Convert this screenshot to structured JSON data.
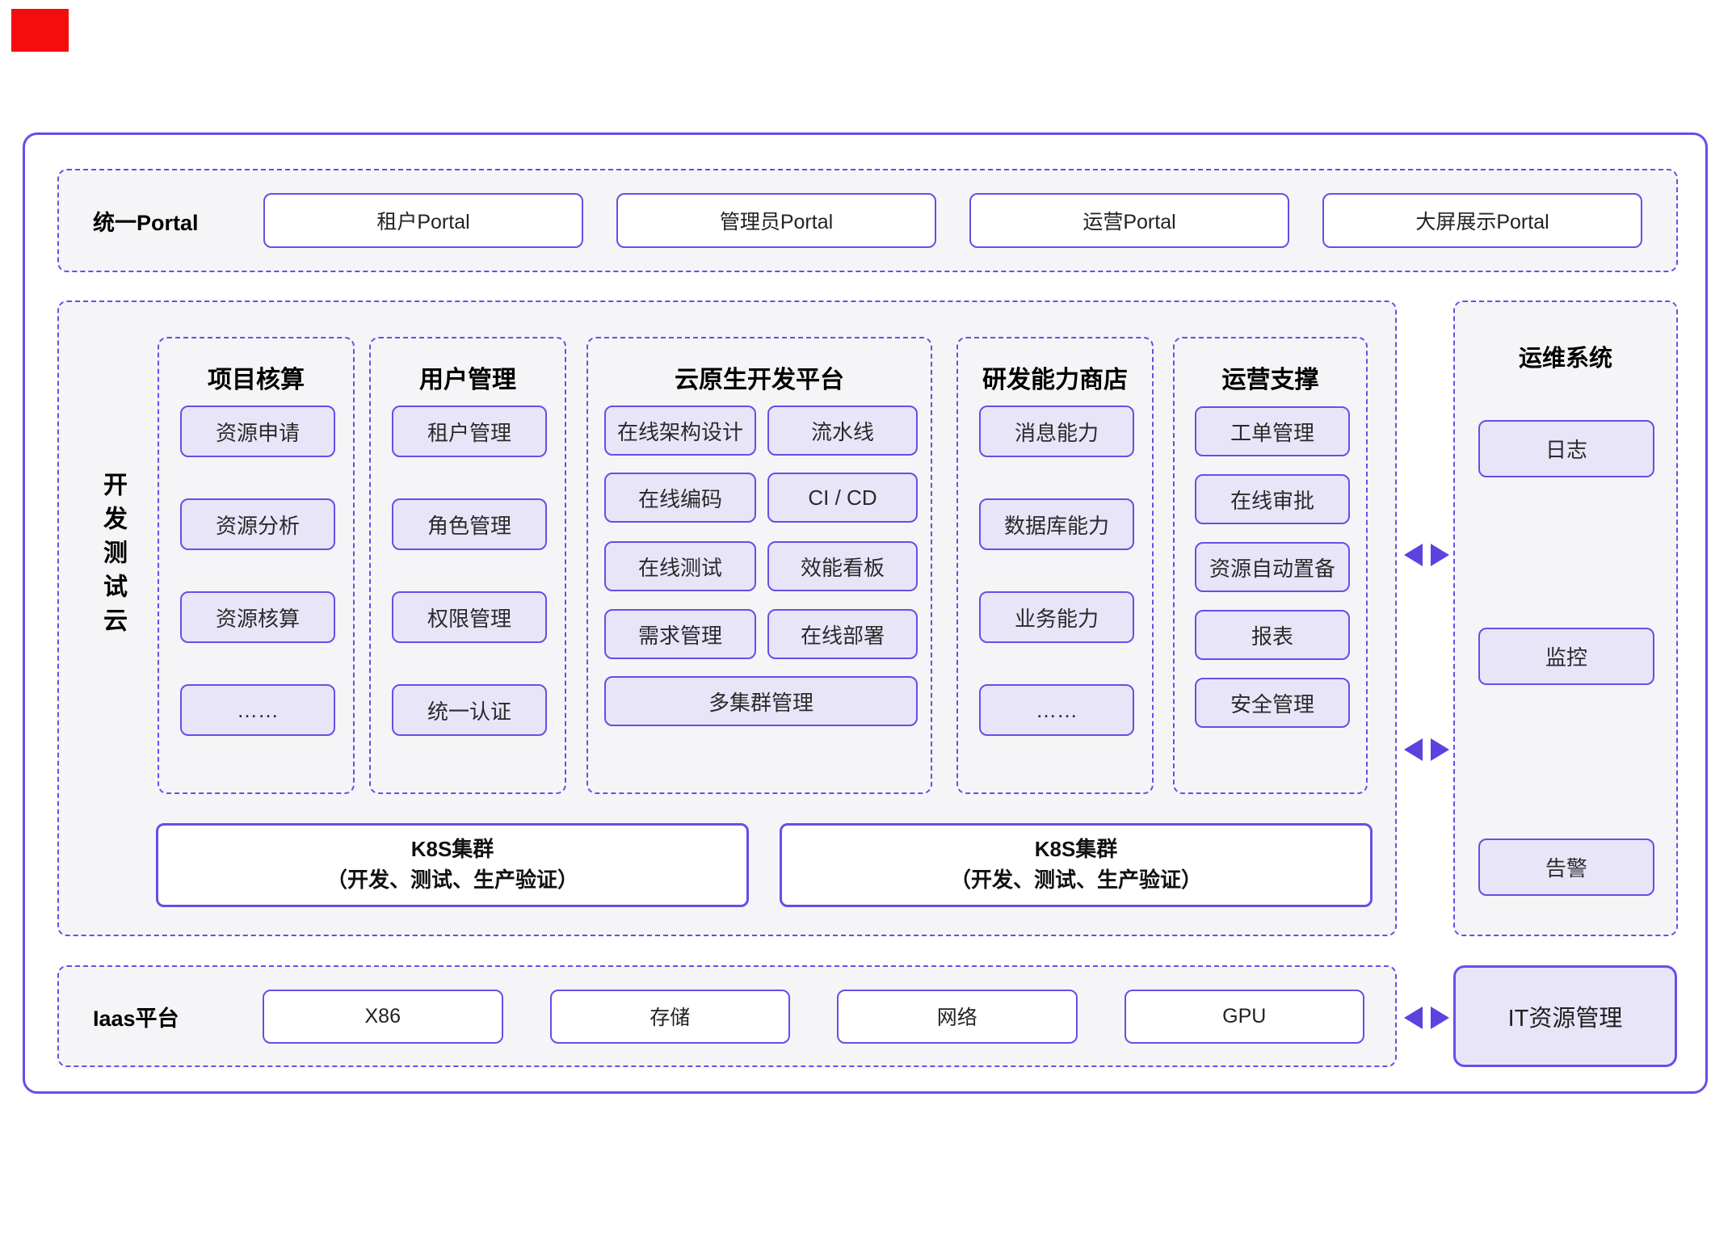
{
  "theme": {
    "purple": "#6c4be8",
    "arrow_purple": "#5b43df",
    "panel_bg": "#f5f5f8",
    "chip_bg": "#e9e5f9",
    "box_bg": "#ffffff",
    "text_dark": "#1a1a1a",
    "red_marker": "#f40d0c"
  },
  "portal": {
    "title": "统一Portal",
    "items": [
      "租户Portal",
      "管理员Portal",
      "运营Portal",
      "大屏展示Portal"
    ]
  },
  "dev_cloud": {
    "label": "开发测试云",
    "columns": [
      {
        "title": "项目核算",
        "items": [
          "资源申请",
          "资源分析",
          "资源核算",
          "……"
        ]
      },
      {
        "title": "用户管理",
        "items": [
          "租户管理",
          "角色管理",
          "权限管理",
          "统一认证"
        ]
      },
      {
        "title": "云原生开发平台",
        "items": [
          "在线架构设计",
          "流水线",
          "在线编码",
          "CI / CD",
          "在线测试",
          "效能看板",
          "需求管理",
          "在线部署",
          "多集群管理"
        ]
      },
      {
        "title": "研发能力商店",
        "items": [
          "消息能力",
          "数据库能力",
          "业务能力",
          "……"
        ]
      },
      {
        "title": "运营支撑",
        "items": [
          "工单管理",
          "在线审批",
          "资源自动置备",
          "报表",
          "安全管理"
        ]
      }
    ],
    "k8s": [
      {
        "line1": "K8S集群",
        "line2": "（开发、测试、生产验证）"
      },
      {
        "line1": "K8S集群",
        "line2": "（开发、测试、生产验证）"
      }
    ]
  },
  "ops": {
    "title": "运维系统",
    "items": [
      "日志",
      "监控",
      "告警"
    ]
  },
  "iaas": {
    "title": "Iaas平台",
    "items": [
      "X86",
      "存储",
      "网络",
      "GPU"
    ]
  },
  "it_resource": {
    "label": "IT资源管理"
  }
}
